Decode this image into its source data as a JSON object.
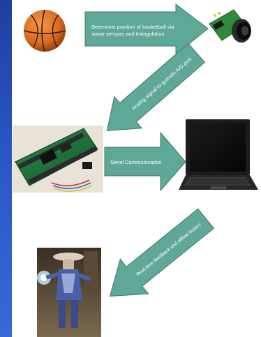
{
  "diagram": {
    "steps": [
      {
        "icon": "basketball-icon"
      },
      {
        "icon": "sonar-sensor-icon"
      },
      {
        "icon": "gumstix-board-icon"
      },
      {
        "icon": "laptop-icon"
      },
      {
        "icon": "game-character-icon"
      }
    ],
    "arrows": [
      {
        "label_lines": [
          "Determine position of basketball via",
          "sonar sensors and triangulation"
        ]
      },
      {
        "label": "Analog signal to gumstix A/D port"
      },
      {
        "label": "Serial Communication"
      },
      {
        "label": "Real-time feedback and offline history"
      }
    ],
    "colors": {
      "arrow_fill": "#5fa898",
      "arrow_stroke": "#3d7a6c",
      "background": "#2a56c4",
      "panel": "#ffffff"
    }
  }
}
